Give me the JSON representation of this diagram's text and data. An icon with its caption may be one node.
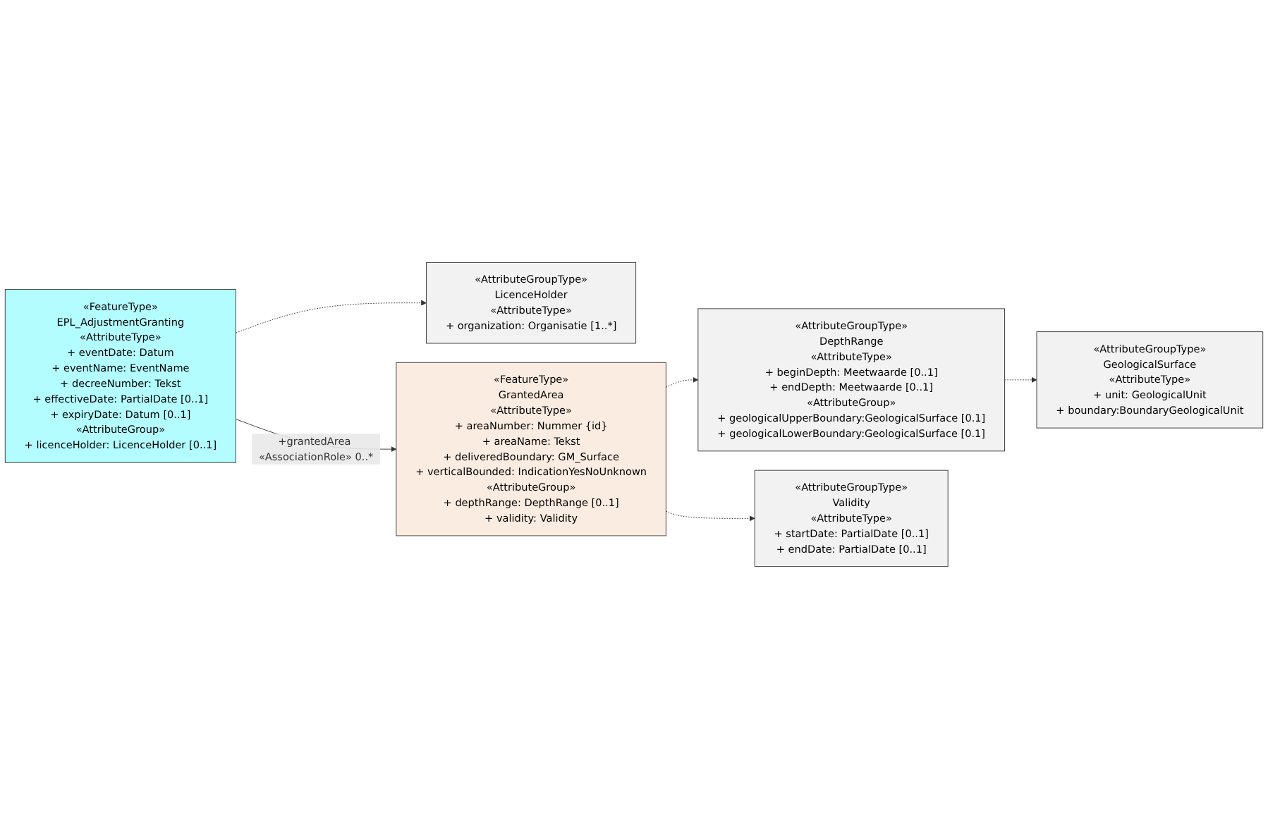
{
  "diagram": {
    "nodes": [
      {
        "text": [
          "«FeatureType»",
          "EPL_AdjustmentGranting",
          "«AttributeType»",
          "+ eventDate: Datum",
          "+ eventName: EventName",
          "+ decreeNumber: Tekst",
          "+ effectiveDate: PartialDate [0..1]",
          "+ expiryDate: Datum [0..1]",
          "«AttributeGroup»",
          "+ licenceHolder: LicenceHolder [0..1]"
        ]
      },
      {
        "text": [
          "«AttributeGroupType»",
          "LicenceHolder",
          "«AttributeType»",
          "+ organization: Organisatie [1..*]"
        ]
      },
      {
        "text": [
          "«FeatureType»",
          "GrantedArea",
          "«AttributeType»",
          "+ areaNumber: Nummer {id}",
          "+ areaName: Tekst",
          "+ deliveredBoundary: GM_Surface",
          "+ verticalBounded: IndicationYesNoUnknown",
          "«AttributeGroup»",
          "+ depthRange: DepthRange [0..1]",
          "+ validity: Validity"
        ]
      },
      {
        "text": [
          "«AttributeGroupType»",
          "DepthRange",
          "«AttributeType»",
          "+ beginDepth: Meetwaarde [0..1]",
          "+ endDepth: Meetwaarde [0..1]",
          "«AttributeGroup»",
          "+ geologicalUpperBoundary:GeologicalSurface [0.1]",
          "+ geologicalLowerBoundary:GeologicalSurface [0.1]"
        ]
      },
      {
        "text": [
          "«AttributeGroupType»",
          "GeologicalSurface",
          "«AttributeType»",
          "+ unit: GeologicalUnit",
          "+ boundary:BoundaryGeologicalUnit"
        ]
      },
      {
        "text": [
          "«AttributeGroupType»",
          "Validity",
          "«AttributeType»",
          "+ startDate: PartialDate [0..1]",
          "+ endDate: PartialDate [0..1]"
        ]
      }
    ],
    "edges": [
      {
        "from": 0,
        "to": 1,
        "arrow": "to",
        "style": "dashed"
      },
      {
        "from": 0,
        "to": 2,
        "arrow": "to",
        "label": "+grantedArea «AssociationRole» 0..*"
      },
      {
        "from": 2,
        "to": 3,
        "arrow": "to",
        "style": "dashed"
      },
      {
        "from": 3,
        "to": 4,
        "arrow": "to",
        "style": "dashed"
      },
      {
        "from": 2,
        "to": 5,
        "arrow": "to",
        "style": "dashed"
      }
    ]
  }
}
